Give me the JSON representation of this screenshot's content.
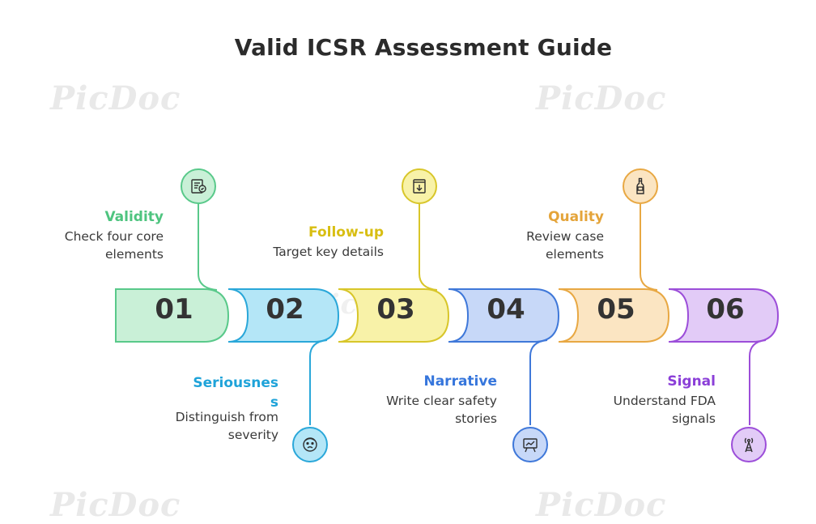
{
  "title": "Valid ICSR Assessment Guide",
  "watermark": "PicDoc",
  "steps": [
    {
      "number": "01",
      "label": "Validity",
      "desc_lines": [
        "Check four core",
        "elements"
      ],
      "color": "#59c98a",
      "fill": "#c9f0d7",
      "label_color": "#4ec47f",
      "icon": "checklist-icon"
    },
    {
      "number": "02",
      "label_lines": [
        "Seriousnes",
        "s"
      ],
      "desc_lines": [
        "Distinguish from",
        "severity"
      ],
      "color": "#2aa7d9",
      "fill": "#b4e6f7",
      "label_color": "#1fa3d9",
      "icon": "face-icon"
    },
    {
      "number": "03",
      "label": "Follow-up",
      "desc_lines": [
        "Target key details"
      ],
      "color": "#d8c62a",
      "fill": "#f8f2a8",
      "label_color": "#d8be12",
      "icon": "download-icon"
    },
    {
      "number": "04",
      "label": "Narrative",
      "desc_lines": [
        "Write clear safety",
        "stories"
      ],
      "color": "#3f78d9",
      "fill": "#c7d8f8",
      "label_color": "#3676dc",
      "icon": "presentation-board-icon"
    },
    {
      "number": "05",
      "label": "Quality",
      "desc_lines": [
        "Review case",
        "elements"
      ],
      "color": "#e8a843",
      "fill": "#fbe5c2",
      "label_color": "#e4a43a",
      "icon": "bottle-icon"
    },
    {
      "number": "06",
      "label": "Signal",
      "desc_lines": [
        "Understand FDA",
        "signals"
      ],
      "color": "#9c4ed9",
      "fill": "#e2cbf7",
      "label_color": "#8b3fd8",
      "icon": "antenna-icon"
    }
  ]
}
